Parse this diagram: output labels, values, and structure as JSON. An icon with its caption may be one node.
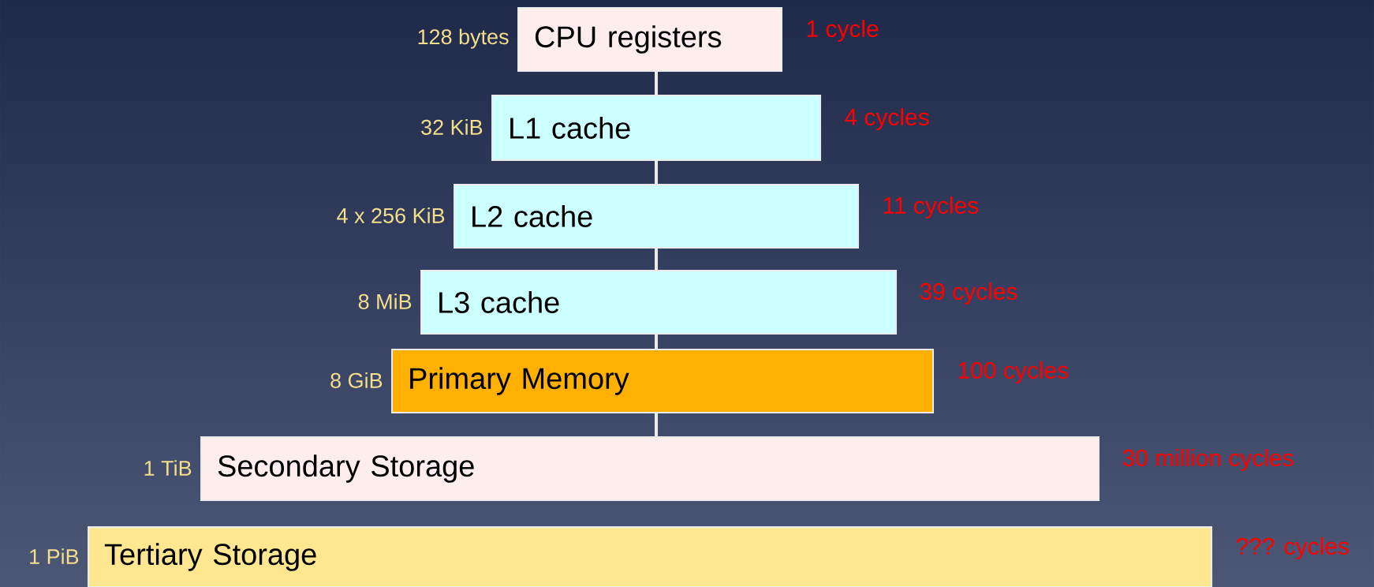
{
  "diagram": {
    "nodes": [
      {
        "text": [
          "CPU registers"
        ],
        "beside": [
          "128 bytes",
          "1 cycle"
        ]
      },
      {
        "text": [
          "L1 cache"
        ],
        "beside": [
          "32 KiB",
          "4 cycles"
        ]
      },
      {
        "text": [
          "L2 cache"
        ],
        "beside": [
          "4 x 256 KiB",
          "11 cycles"
        ]
      },
      {
        "text": [
          "L3 cache"
        ],
        "beside": [
          "8 MiB",
          "39 cycles"
        ]
      },
      {
        "text": [
          "Primary Memory"
        ],
        "beside": [
          "8 GiB",
          "100 cycles"
        ]
      },
      {
        "text": [
          "Secondary Storage"
        ],
        "beside": [
          "1 TiB",
          "30 million cycles"
        ]
      },
      {
        "text": [
          "Tertiary Storage"
        ],
        "beside": [
          "1 PiB",
          "??? cycles"
        ]
      }
    ],
    "edges": [
      {
        "from": 0,
        "to": 1,
        "arrow": "none"
      },
      {
        "from": 1,
        "to": 2,
        "arrow": "none"
      },
      {
        "from": 2,
        "to": 3,
        "arrow": "none"
      },
      {
        "from": 3,
        "to": 4,
        "arrow": "none"
      },
      {
        "from": 4,
        "to": 5,
        "arrow": "none"
      }
    ]
  }
}
